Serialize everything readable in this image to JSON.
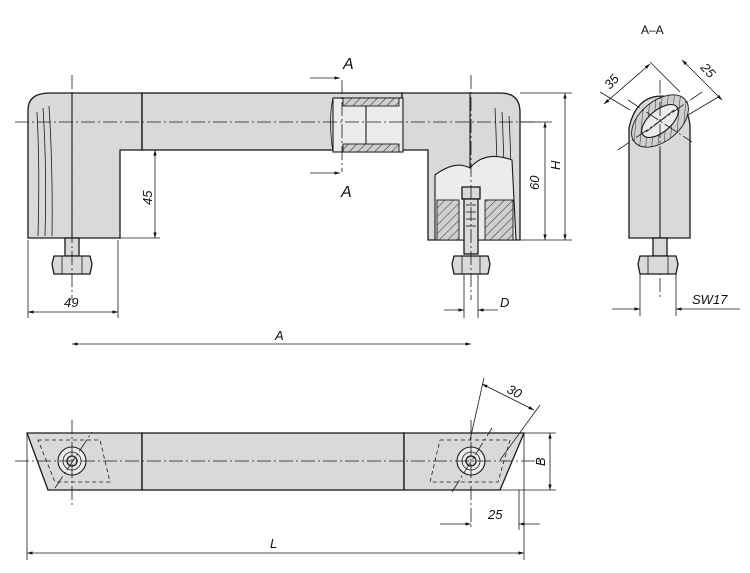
{
  "labels": {
    "section_marker": "A",
    "section_view_title": "A–A",
    "dim_49": "49",
    "dim_45": "45",
    "dim_60": "60",
    "dim_H": "H",
    "dim_A": "A",
    "dim_D": "D",
    "dim_35": "35",
    "dim_25_section": "25",
    "dim_SW17": "SW17",
    "dim_30": "30",
    "dim_B": "B",
    "dim_25_bottom": "25",
    "dim_L": "L"
  }
}
